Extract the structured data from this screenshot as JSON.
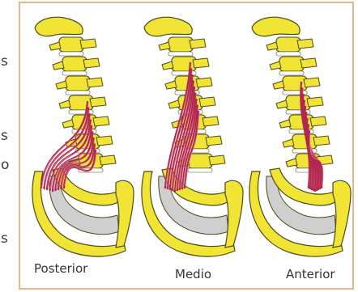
{
  "figure": {
    "frame_color": "#e8b48a",
    "colors": {
      "bone_fill": "#f2e434",
      "bone_outline": "#4a4a1a",
      "disc_fill": "#ffffff",
      "rib_fill": "#cfcfcf",
      "muscle": "#b2284c",
      "muscle_highlight": "#e3a1b3"
    },
    "panels": [
      {
        "caption": "Posterior"
      },
      {
        "caption": "Medio"
      },
      {
        "caption": "Anterior"
      }
    ]
  },
  "edge_text": [
    "s",
    "s",
    "o",
    "s"
  ]
}
